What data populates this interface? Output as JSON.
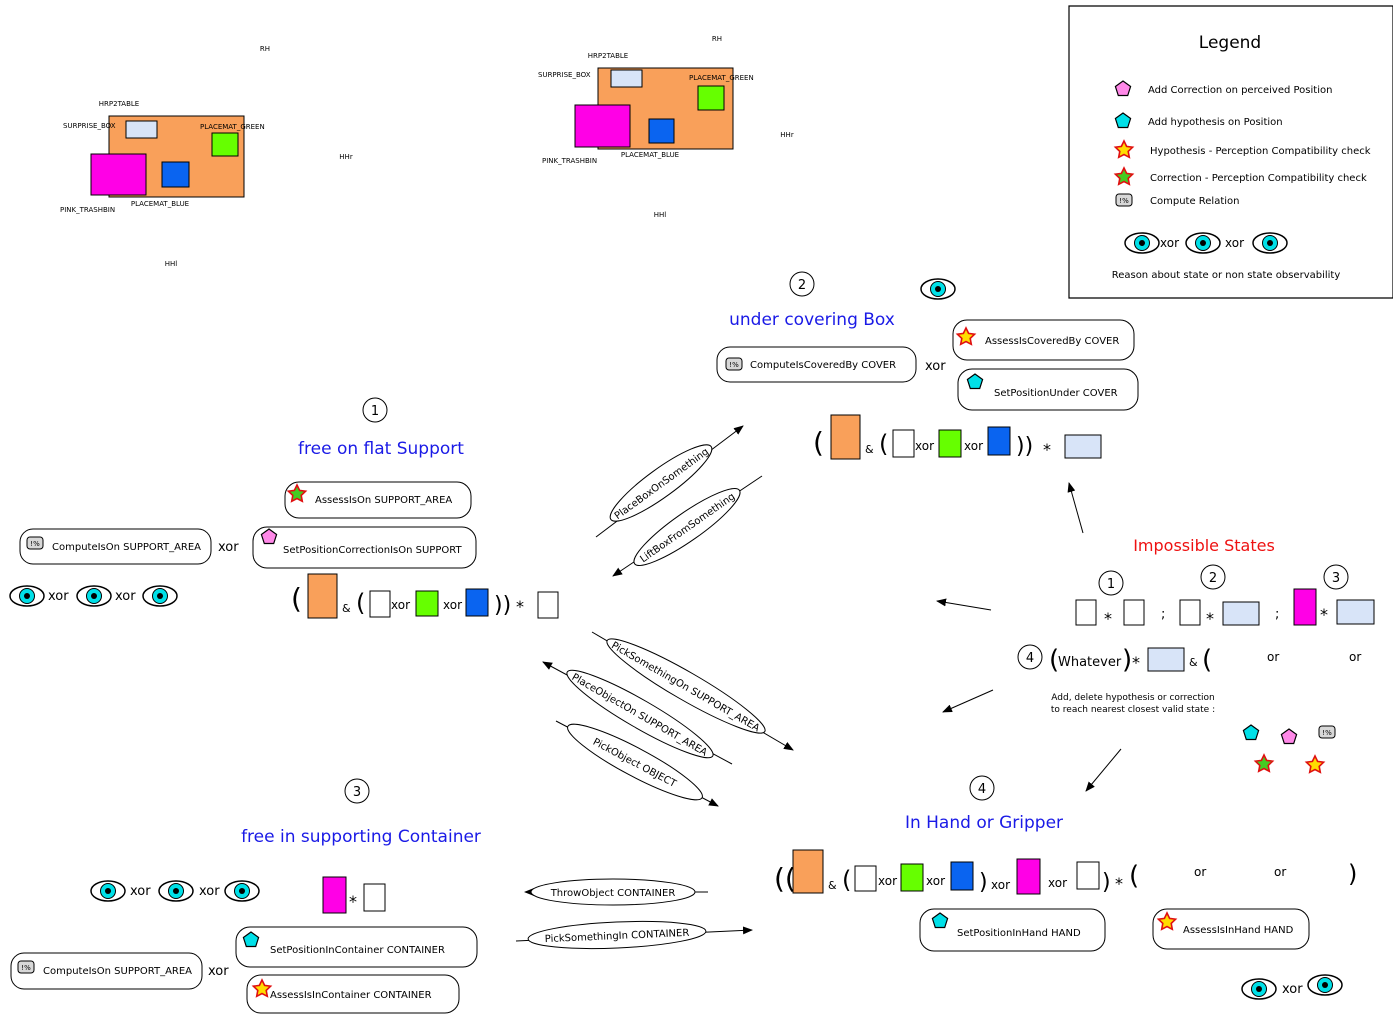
{
  "colors": {
    "orange": "#f9a05a",
    "green": "#66ff00",
    "blue": "#0a64f0",
    "magenta": "#ff00e6",
    "lightblue": "#d8e4f8",
    "cyan": "#00e0e8",
    "pink": "#ff88e8",
    "title_blue": "#1a1ae6",
    "impossible_red": "#ee1111"
  },
  "legend": {
    "title": "Legend",
    "items": [
      {
        "icon": "pink-pentagon-icon",
        "label": "Add Correction on perceived Position"
      },
      {
        "icon": "cyan-pentagon-icon",
        "label": "Add hypothesis on Position"
      },
      {
        "icon": "red-star-icon",
        "label": "Hypothesis - Perception Compatibility check"
      },
      {
        "icon": "green-star-icon",
        "label": "Correction - Perception Compatibility check"
      },
      {
        "icon": "compute-relation-icon",
        "label": "Compute Relation"
      }
    ],
    "xor": "xor",
    "observability": "Reason about state or non state observability"
  },
  "scenes": {
    "left": {
      "rh": "RH",
      "table": "HRP2TABLE",
      "box": "SURPRISE_BOX",
      "green": "PLACEMAT_GREEN",
      "trash": "PINK_TRASHBIN",
      "blue": "PLACEMAT_BLUE",
      "hhr": "HHr",
      "hhl": "HHl"
    },
    "right": {
      "rh": "RH",
      "table": "HRP2TABLE",
      "box": "SURPRISE_BOX",
      "green": "PLACEMAT_GREEN",
      "trash": "PINK_TRASHBIN",
      "blue": "PLACEMAT_BLUE",
      "hhr": "HHr",
      "hhl": "HHl"
    }
  },
  "compute_icon_text": "!%",
  "states": {
    "s1": {
      "num": "1",
      "title": "free on flat Support",
      "assess": "AssessIsOn SUPPORT_AREA",
      "set": "SetPositionCorrectionIsOn SUPPORT",
      "compute": "ComputeIsOn SUPPORT_AREA"
    },
    "s2": {
      "num": "2",
      "title": "under covering Box",
      "assess": "AssessIsCoveredBy COVER",
      "set": "SetPositionUnder COVER",
      "compute": "ComputeIsCoveredBy COVER"
    },
    "s3": {
      "num": "3",
      "title": "free in supporting Container",
      "assess": "AssessIsInContainer CONTAINER",
      "set": "SetPositionInContainer CONTAINER",
      "compute": "ComputeIsOn SUPPORT_AREA"
    },
    "s4": {
      "num": "4",
      "title": "In Hand or Gripper",
      "assess": "AssessIsInHand HAND",
      "set": "SetPositionInHand  HAND"
    }
  },
  "ops": {
    "xor": "xor",
    "amp": "&",
    "star": "*",
    "or": "or",
    "semi": ";",
    "whatever": "Whatever"
  },
  "actions": {
    "place_box": "PlaceBoxOnSomething",
    "lift_box": "LiftBoxFromSomething",
    "pick_on": "PickSomethingOn SUPPORT_AREA",
    "place_on": "PlaceObjectOn SUPPORT_AREA",
    "pick_object": "PickObject OBJECT",
    "throw": "ThrowObject CONTAINER",
    "pick_in": "PickSomethingIn CONTAINER"
  },
  "impossible": {
    "title": "Impossible States",
    "nums": [
      "1",
      "2",
      "3",
      "4"
    ],
    "note_line1": "Add, delete hypothesis or correction",
    "note_line2": "to reach nearest closest valid state :"
  }
}
